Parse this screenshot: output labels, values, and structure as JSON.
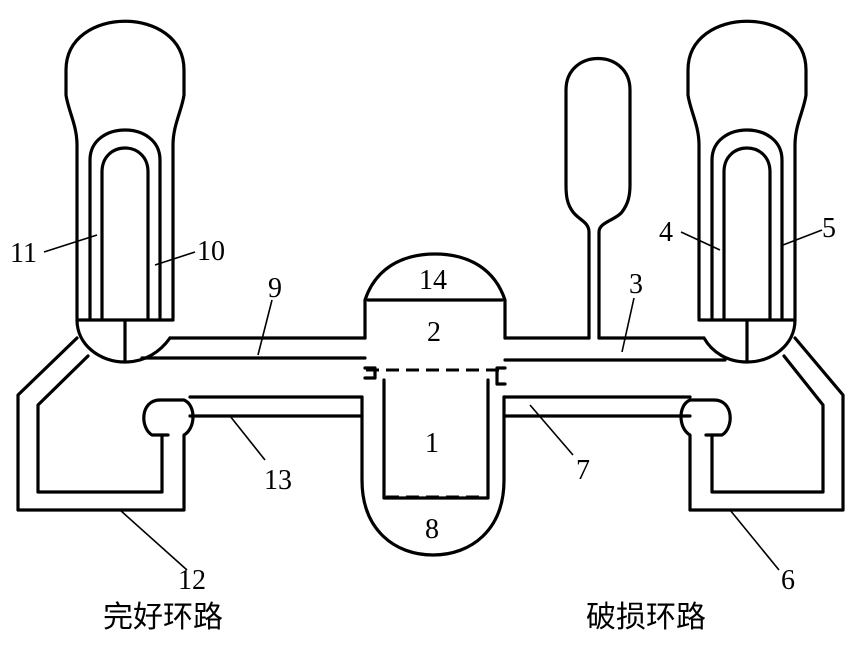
{
  "labels": {
    "l1": "1",
    "l2": "2",
    "l3": "3",
    "l4": "4",
    "l5": "5",
    "l6": "6",
    "l7": "7",
    "l8": "8",
    "l9": "9",
    "l10": "10",
    "l11": "11",
    "l12": "12",
    "l13": "13",
    "l14": "14"
  },
  "captions": {
    "intact_loop": "完好环路",
    "broken_loop": "破损环路"
  }
}
